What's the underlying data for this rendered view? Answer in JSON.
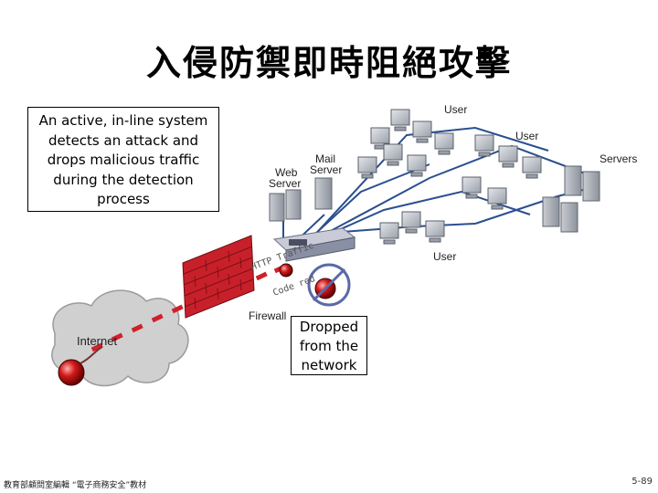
{
  "slide": {
    "title": "入侵防禦即時阻絕攻擊",
    "description": "An active, in-line system detects an attack and drops malicious traffic during the detection process",
    "dropped_note": "Dropped from the network",
    "footer_left": "教育部顧問室編輯 “電子商務安全”教材",
    "page_number": "5-89"
  },
  "diagram": {
    "labels": {
      "user_top": "User",
      "user_mid": "User",
      "user_bottom": "User",
      "servers": "Servers",
      "mail_server_1": "Mail",
      "mail_server_2": "Server",
      "web_server_1": "Web",
      "web_server_2": "Server",
      "firewall": "Firewall",
      "internet": "Internet",
      "http_traffic": "HTTP Traffic",
      "code_red": "Code red"
    },
    "colors": {
      "firewall": "#c8202a",
      "traffic_dash": "#d0202a",
      "cloud": "#d0d0d0",
      "computer": "#b8bcc4",
      "network_line": "#2a4f8f",
      "block_ring": "#5a6aa8"
    }
  }
}
